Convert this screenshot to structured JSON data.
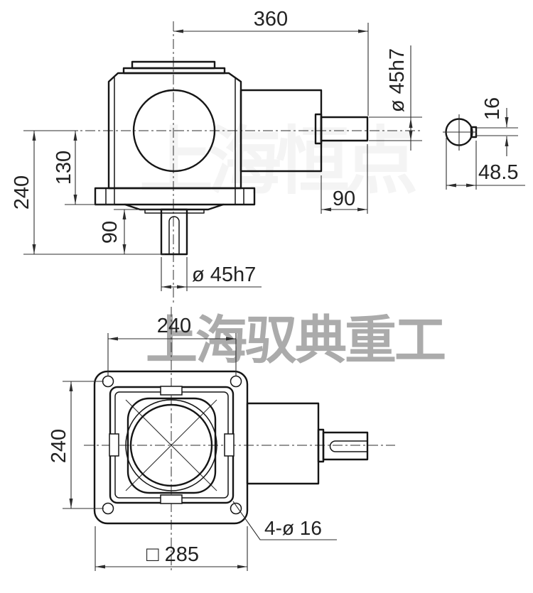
{
  "drawing": {
    "watermark_light": "上海恒点",
    "watermark_gray": "上海驭典重工",
    "front_view": {
      "dim_width_360": "360",
      "dim_input_shaft_dia": "ø 45h7",
      "dim_key_width_16": "16",
      "dim_across_key_485": "48.5",
      "dim_input_shaft_len_90": "90",
      "dim_overall_height_240": "240",
      "dim_center_height_130": "130",
      "dim_output_shaft_len_90": "90",
      "dim_output_shaft_dia": "ø 45h7"
    },
    "plan_view": {
      "dim_bolt_spacing_x_240": "240",
      "dim_bolt_spacing_y_240": "240",
      "dim_bolt_holes": "4-ø 16",
      "dim_base_square": "□ 285"
    },
    "colors": {
      "line": "#151515",
      "dimension": "#2e2e2e",
      "watermark_light": "#f4f4f4",
      "watermark_gray": "#ababab"
    }
  }
}
